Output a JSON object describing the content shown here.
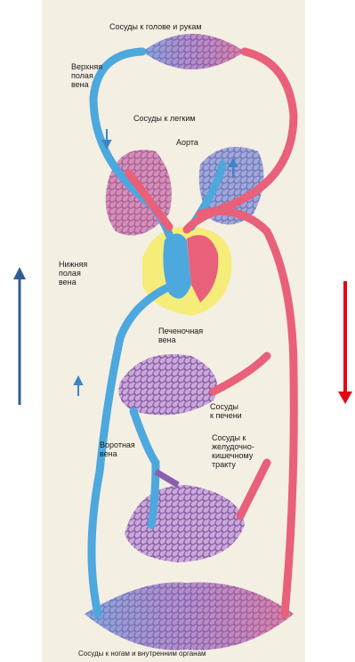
{
  "labels": {
    "top": "Сосуды к голове и рукам",
    "superior_vena_cava": "Верхняя\nполая\nвена",
    "lung_vessels": "Сосуды к легким",
    "aorta": "Аорта",
    "inferior_vena_cava": "Нижняя\nполая\nвена",
    "hepatic_vein": "Печеночная\nвена",
    "liver_vessels": "Сосуды\nк печени",
    "portal_vein": "Воротная\nвена",
    "gi_vessels": "Сосуды к\nжелудочно-\nкишечному\nтракту",
    "bottom": "Сосуды к ногам и внутренним органам"
  },
  "colors": {
    "vein": "#4da8de",
    "artery": "#e8607a",
    "capillary": "#8a5fb0",
    "heart_bg": "#f6ec7a",
    "up_arrow": "#2f5f92",
    "down_arrow": "#e30613"
  }
}
